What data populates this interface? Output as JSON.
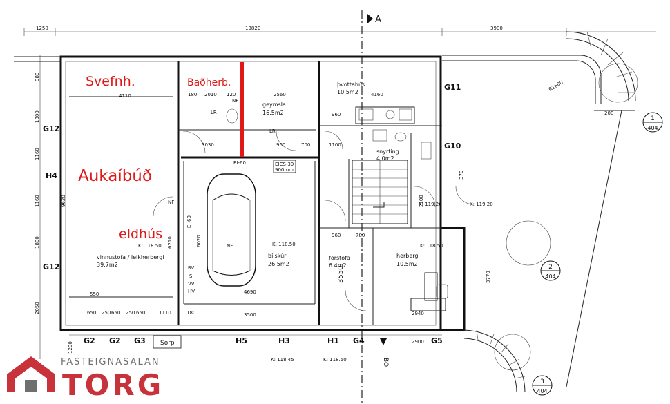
{
  "dimensions_top": {
    "d1250": "1250",
    "d13820": "13820",
    "d3900": "3900"
  },
  "section_marker": "A",
  "annotations": {
    "svefnh": "Svefnh.",
    "badherb": "Baðherb.",
    "aukaibud": "Aukaíbúð",
    "eldhus": "eldhús"
  },
  "rooms": {
    "vinnustofa": "vinnustofa / leikherbergi",
    "vinnustofa_area": "39.7m2",
    "geymsla": "geymsla",
    "geymsla_area": "16.5m2",
    "thvottahus": "þvottahús",
    "thvottahus_area": "10.5m2",
    "snyrting": "snyrting",
    "snyrting_area": "4.0m2",
    "bilskur": "bílskúr",
    "bilskur_area": "26.5m2",
    "forstofa": "forstofa",
    "forstofa_area": "6.4m2",
    "herbergi": "herbergi",
    "herbergi_area": "10.5m2"
  },
  "dims": {
    "d4110": "4110",
    "d2010": "2010",
    "d2560": "2560",
    "d4160": "4160",
    "d3030": "3030",
    "d960a": "960",
    "d700": "700",
    "d1100": "1100",
    "d9620": "9620",
    "d6020": "6020",
    "d6210": "6210",
    "d4690": "4690",
    "d3500": "3500",
    "d3550": "3550",
    "d2940": "2940",
    "d2900": "2900",
    "d3770": "3770",
    "d550": "550",
    "d1110": "1110",
    "d650": "650",
    "d250": "250",
    "d180": "180",
    "d780": "780",
    "d960b": "960",
    "d1800a": "1800",
    "d1800b": "1800",
    "d1160": "1160",
    "d2050": "2050",
    "d980": "980",
    "d1200": "1200",
    "d1600": "R1600",
    "d200": "200",
    "d120": "120",
    "d2100": "2100",
    "d370": "370"
  },
  "windows": {
    "g12_top": "G12",
    "h4": "H4",
    "g12_bottom": "G12",
    "g11": "G11",
    "g10": "G10",
    "g2a": "G2",
    "g2b": "G2",
    "g3": "G3",
    "sorp": "Sorp",
    "h5": "H5",
    "h3": "H3",
    "h1": "H1",
    "g4": "G4",
    "g5": "G5"
  },
  "levels": {
    "k118_50a": "K: 118.50",
    "k118_50b": "K: 118.50",
    "k118_50c": "K: 118.50",
    "k119_26": "K: 119.26",
    "k119_20": "K: 119.20",
    "k118_45": "K: 118.45",
    "k118_50d": "K: 118.50"
  },
  "section_refs": {
    "s1_num": "1",
    "s1_sheet": "404",
    "s2_num": "2",
    "s2_sheet": "404",
    "s3_num": "3",
    "s3_sheet": "404"
  },
  "door_labels": {
    "ei60a": "EI-60",
    "ei60b": "EI-60",
    "eics30": "EICS-30",
    "d900": "900mm",
    "nf1": "NF",
    "nf2": "NF",
    "nf3": "NF",
    "lr1": "LR",
    "lr2": "LR",
    "rv": "RV",
    "s": "S",
    "vv": "VV",
    "hv": "HV"
  },
  "bo_label": "BO",
  "logo": {
    "top": "FASTEIGNASALAN",
    "main": "TORG"
  },
  "colors": {
    "annotation_red": "#e01818",
    "logo_red": "#c8323a",
    "logo_gray": "#6f6f6f"
  }
}
